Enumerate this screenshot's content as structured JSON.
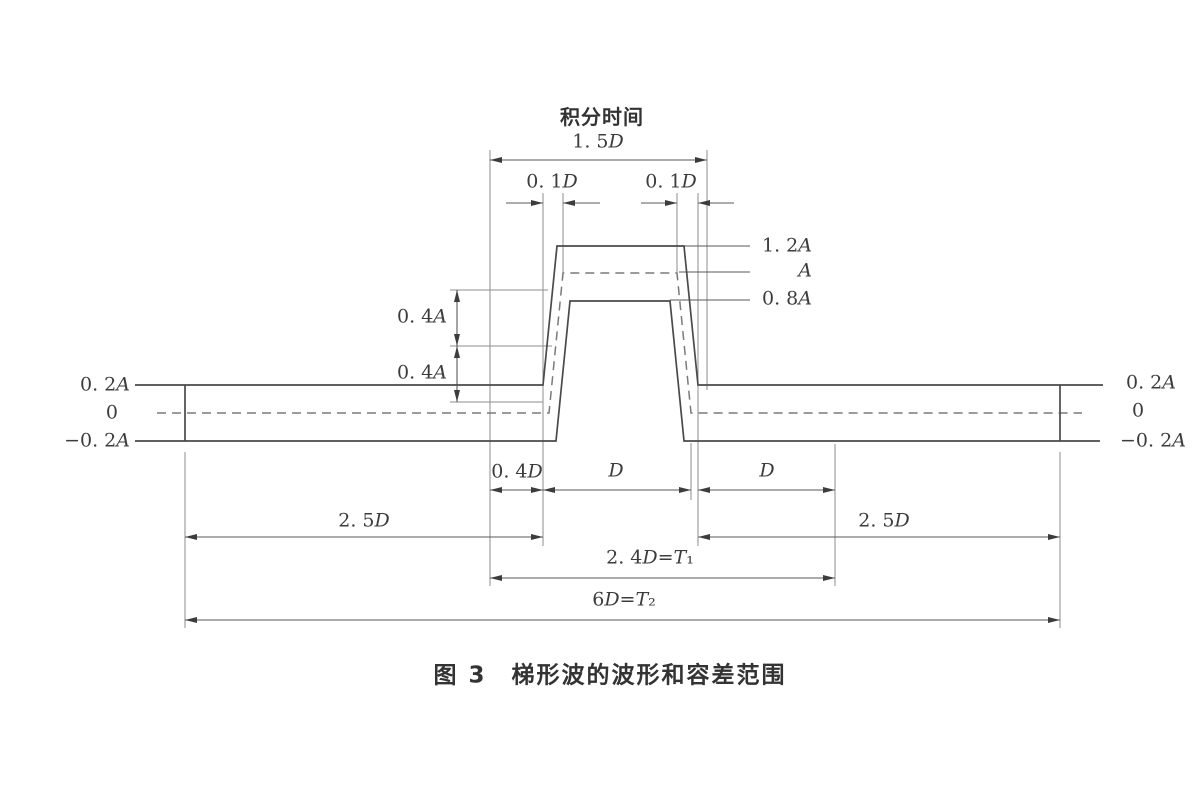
{
  "figure": {
    "integration_time": "积分时间",
    "caption": "图 3　梯形波的波形和容差范围"
  },
  "labels": {
    "dim_1_5d": "1. 5D",
    "dim_0_1d_left": "0. 1D",
    "dim_0_1d_right": "0. 1D",
    "level_1_2a": "1. 2A",
    "level_a": "A",
    "level_0_8a": "0. 8A",
    "dim_0_4a_upper": "0. 4A",
    "dim_0_4a_lower": "0. 4A",
    "dim_0_4d": "0. 4D",
    "dim_d_plateau": "D",
    "dim_d_fall": "D",
    "dim_2_5d_left": "2. 5D",
    "dim_2_5d_right": "2. 5D",
    "dim_t1": "2. 4D=T₁",
    "dim_t2": "6D=T₂"
  },
  "axis_left": {
    "upper": "0. 2A",
    "zero": "0",
    "lower": "−0. 2A"
  },
  "axis_right": {
    "upper": "0. 2A",
    "zero": "0",
    "lower": "−0. 2A"
  },
  "colors": {
    "waveform_line": "#4a4a4a",
    "thin_line": "#8d8d8d",
    "text": "#3c3c3c",
    "background": "#ffffff"
  }
}
